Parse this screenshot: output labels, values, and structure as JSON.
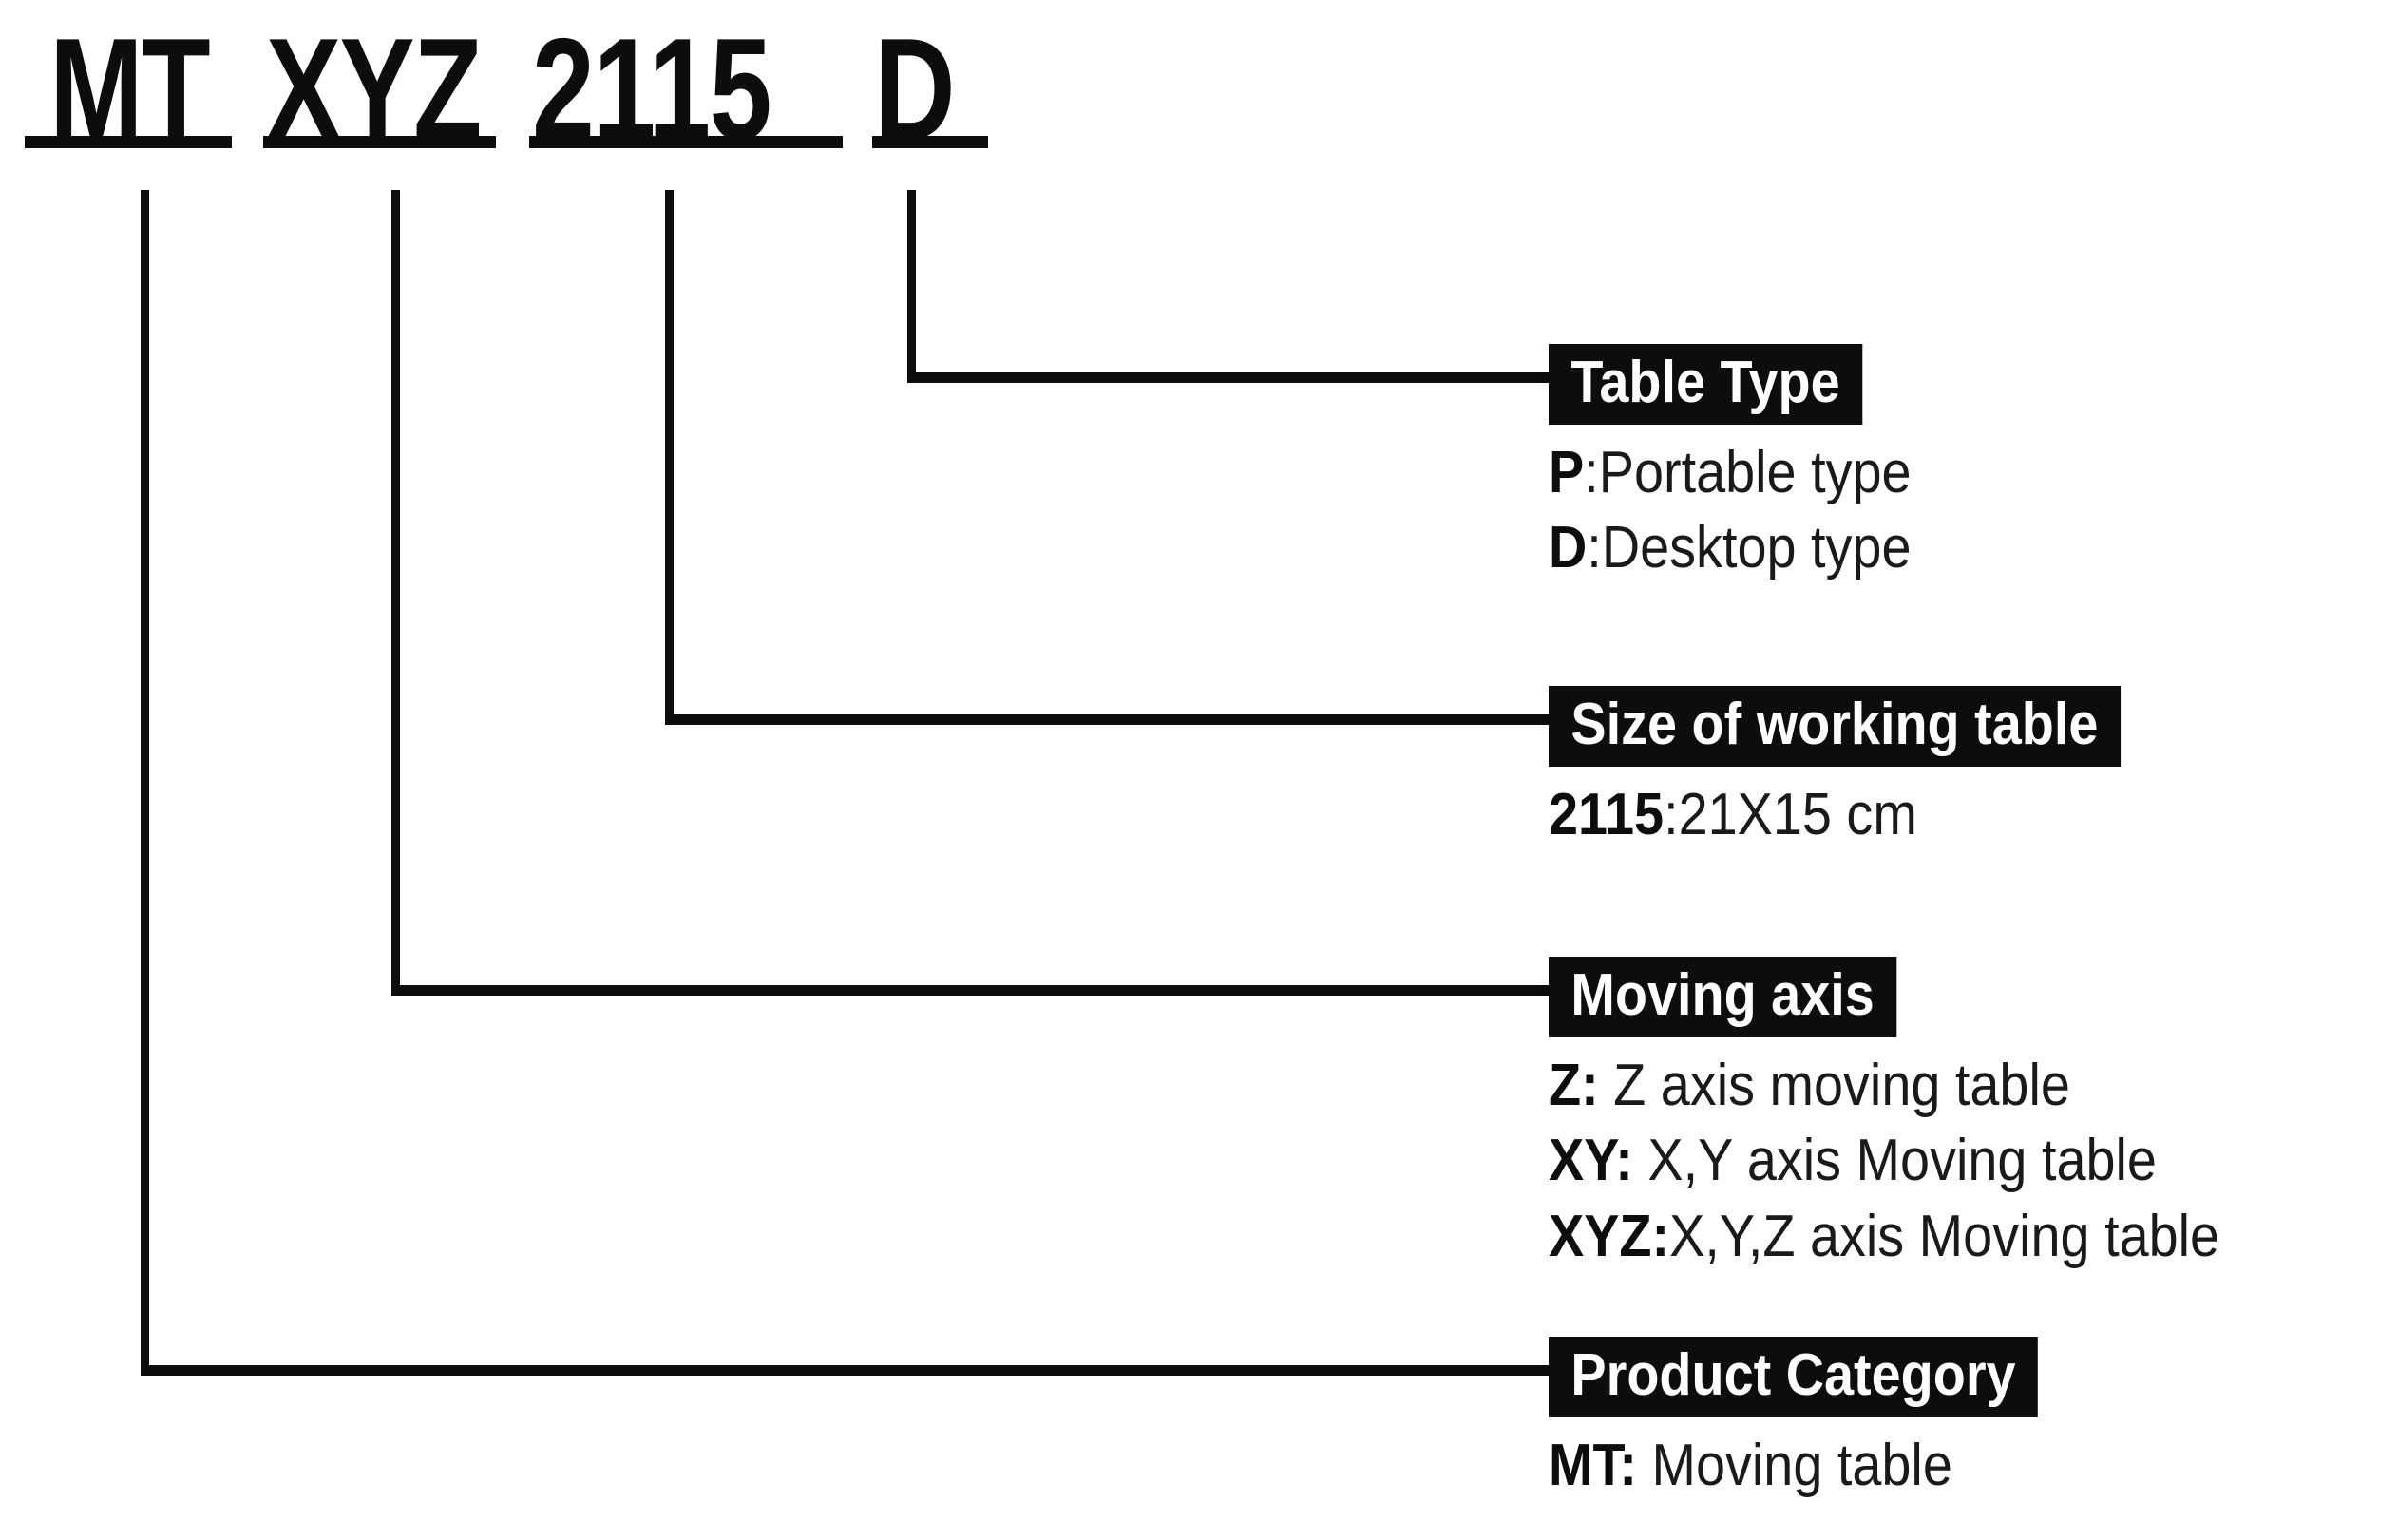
{
  "model_code": {
    "tokens": [
      {
        "text": "MT",
        "meaning": "Product Category"
      },
      {
        "text": "XYZ",
        "meaning": "Moving axis"
      },
      {
        "text": "2115",
        "meaning": "Size of working table"
      },
      {
        "text": "D",
        "meaning": "Table Type"
      }
    ],
    "full": "MT XYZ 2115 D"
  },
  "sections": [
    {
      "id": "table-type",
      "title": "Table Type",
      "entries": [
        {
          "key": "P",
          "sep": ":",
          "value": "Portable type"
        },
        {
          "key": "D",
          "sep": ":",
          "value": "Desktop type"
        }
      ]
    },
    {
      "id": "size-of-working-table",
      "title": "Size of working table",
      "entries": [
        {
          "key": "2115",
          "sep": ":",
          "value": "21X15 cm"
        }
      ]
    },
    {
      "id": "moving-axis",
      "title": "Moving axis",
      "entries": [
        {
          "key": "Z:",
          "sep": "",
          "value": " Z axis moving table"
        },
        {
          "key": "XY:",
          "sep": "",
          "value": " X,Y axis Moving table"
        },
        {
          "key": "XYZ:",
          "sep": "",
          "value": "X,Y,Z axis Moving table"
        }
      ]
    },
    {
      "id": "product-category",
      "title": "Product Category",
      "entries": [
        {
          "key": "MT:",
          "sep": "",
          "value": " Moving table"
        }
      ]
    }
  ],
  "colors": {
    "ink": "#0d0d0d",
    "background": "#ffffff",
    "label_text": "#ffffff"
  }
}
